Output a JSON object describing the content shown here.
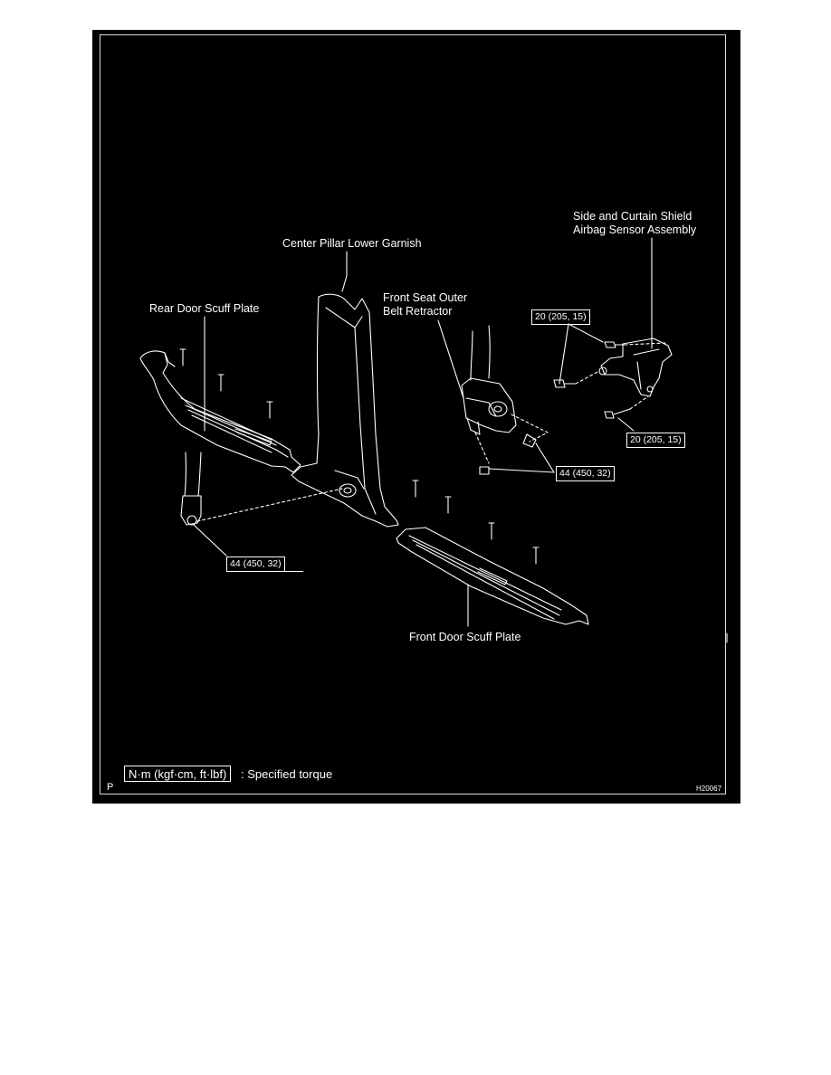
{
  "labels": {
    "center_pillar": "Center Pillar Lower Garnish",
    "rear_scuff": "Rear Door Scuff Plate",
    "seat_retractor_1": "Front Seat Outer",
    "seat_retractor_2": "Belt Retractor",
    "airbag_sensor_1": "Side and Curtain Shield",
    "airbag_sensor_2": "Airbag Sensor Assembly",
    "front_scuff": "Front Door Scuff Plate"
  },
  "torque": {
    "sensor_top": "20 (205, 15)",
    "sensor_bottom": "20 (205, 15)",
    "retractor": "44 (450, 32)",
    "belt_anchor": "44 (450, 32)"
  },
  "legend": {
    "unit": "N·m (kgf·cm, ft·lbf)",
    "text": ": Specified torque"
  },
  "page_mark": "P",
  "figure_id": "H20067"
}
